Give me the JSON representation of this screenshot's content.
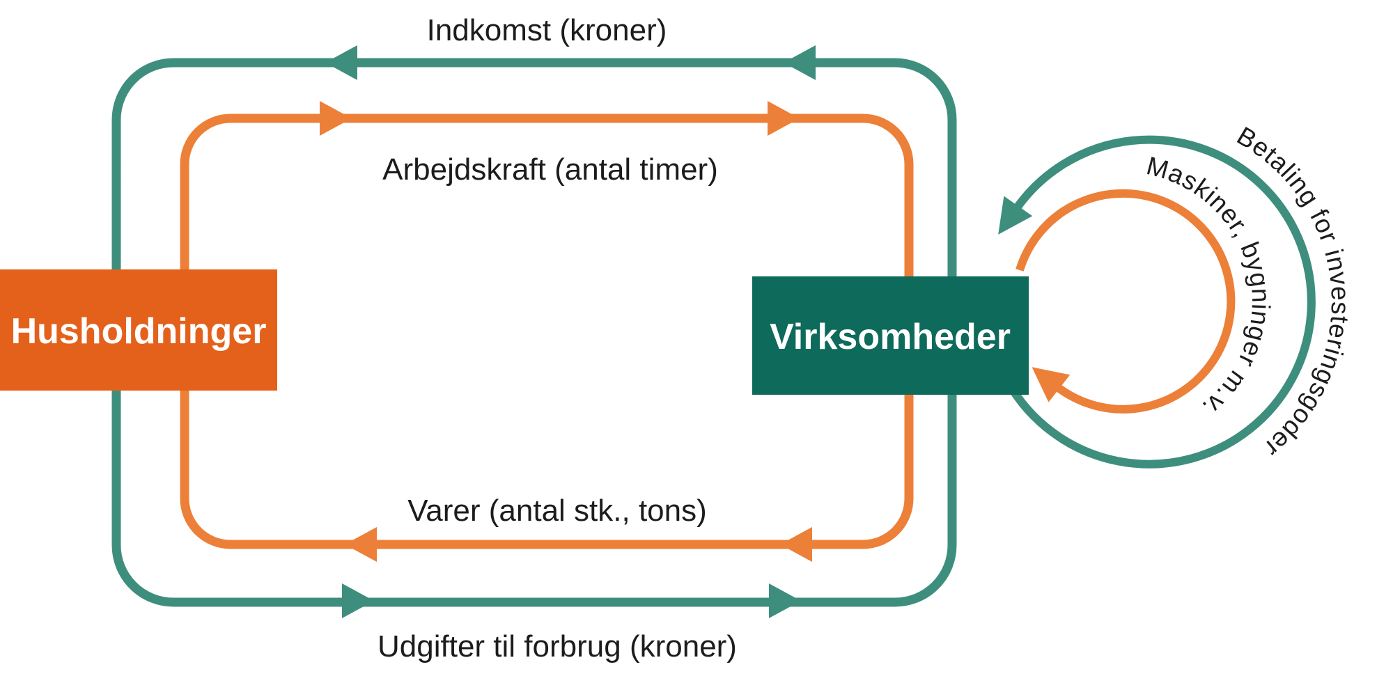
{
  "diagram": {
    "nodes": {
      "households": {
        "label": "Husholdninger"
      },
      "firms": {
        "label": "Virksomheder"
      }
    },
    "flows": {
      "income": {
        "label": "Indkomst (kroner)",
        "direction": "firms-to-households"
      },
      "labor": {
        "label": "Arbejdskraft (antal timer)",
        "direction": "households-to-firms"
      },
      "goods": {
        "label": "Varer (antal stk., tons)",
        "direction": "firms-to-households"
      },
      "spending": {
        "label": "Udgifter til forbrug (kroner)",
        "direction": "households-to-firms"
      },
      "investment_payment": {
        "label": "Betaling for investeringsgoder",
        "direction": "firms-internal-money-loop"
      },
      "investment_goods": {
        "label": "Maskiner, bygninger m.v.",
        "direction": "firms-internal-goods-loop"
      }
    },
    "colors": {
      "orange_box": "#E4611B",
      "orange_flow": "#EC8038",
      "teal_box": "#0E6A5B",
      "teal_flow": "#3E8E7E",
      "label_text": "#1C1C1C",
      "box_text": "#FFFFFF",
      "background": "#FFFFFF"
    }
  }
}
